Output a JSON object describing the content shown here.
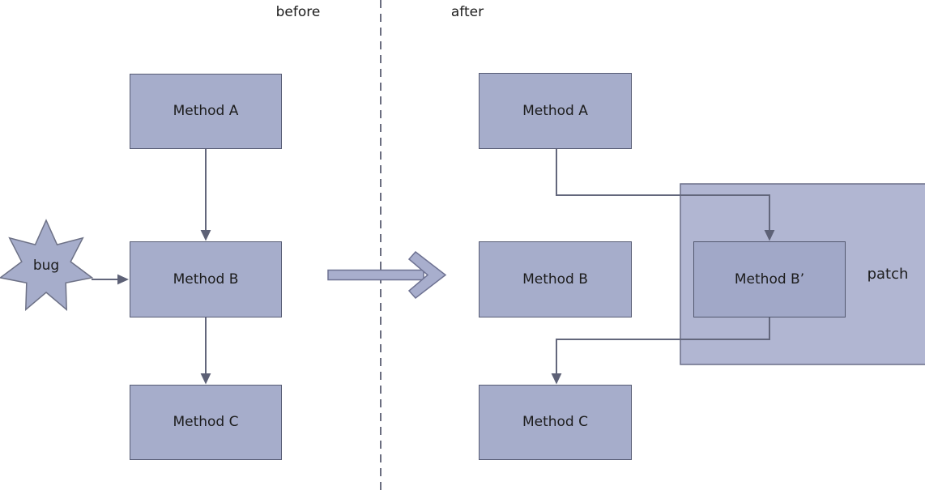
{
  "colors": {
    "node_fill": "#a6adcb",
    "node_prime_fill": "#a1a8c8",
    "node_border": "#565b74",
    "patch_fill": "#b1b6d2",
    "patch_border": "#6a6e88",
    "connector": "#63677c",
    "arrowhead": "#5d6176",
    "divider_dash": "#6b6e80",
    "big_arrow_fill": "#a8aecd",
    "big_arrow_border": "#6e7292",
    "text": "#1c1c1c",
    "background": "#ffffff"
  },
  "diagram": {
    "transition_arrow": "before → after",
    "divider_style": "vertical dashed line",
    "before": {
      "title": "before",
      "nodes": {
        "a": "Method A",
        "b": "Method B",
        "c": "Method C"
      },
      "bug_label": "bug",
      "edges": [
        "Method A → Method B",
        "Method B → Method C",
        "bug → Method B"
      ]
    },
    "after": {
      "title": "after",
      "nodes": {
        "a": "Method A",
        "b": "Method B",
        "c": "Method C",
        "b_prime": "Method B’"
      },
      "patch_label": "patch",
      "edges": [
        "Method A → Method B’",
        "Method B’ → Method C"
      ]
    }
  }
}
